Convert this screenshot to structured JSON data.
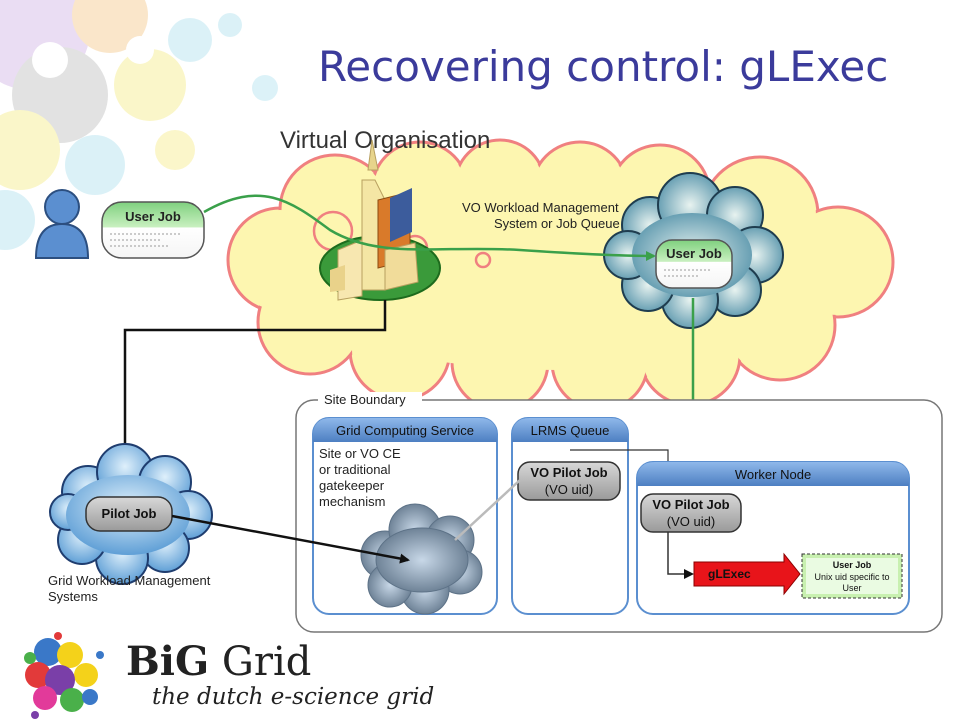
{
  "slide_title": "Recovering control: gLExec",
  "diagram": {
    "vo_label": "Virtual Organisation",
    "vo_wms_label": [
      "VO Workload Management",
      "System or Job Queue"
    ],
    "user_job_left": "User Job",
    "user_job_vo": "User Job",
    "site_boundary": "Site Boundary",
    "gcs_header": "Grid Computing Service",
    "gcs_text": [
      "Site or VO CE",
      "or traditional",
      "gatekeeper",
      "mechanism"
    ],
    "lrms_header": "LRMS Queue",
    "vo_pilot_job_lrms": [
      "VO Pilot Job",
      "(VO uid)"
    ],
    "worker_node_header": "Worker Node",
    "vo_pilot_job_wn": [
      "VO Pilot Job",
      "(VO uid)"
    ],
    "glexec": "gLExec",
    "user_job_wn": [
      "User Job",
      "Unix uid specific to",
      "User"
    ],
    "pilot_job": "Pilot Job",
    "grid_wms_label": [
      "Grid Workload Management",
      "Systems"
    ]
  },
  "logo": {
    "name_bold": "BiG",
    "name_rest": " Grid",
    "tagline": "the dutch e-science grid"
  },
  "colors": {
    "title": "#3b3b9b",
    "vo_cloud_fill": "#fdf6b0",
    "vo_cloud_stroke": "#f08080",
    "header_blue": "#5b8fd0",
    "arrow_green": "#3aa04a",
    "glexec_red": "#e8141a",
    "user_job_green": "#c8f0b0"
  }
}
